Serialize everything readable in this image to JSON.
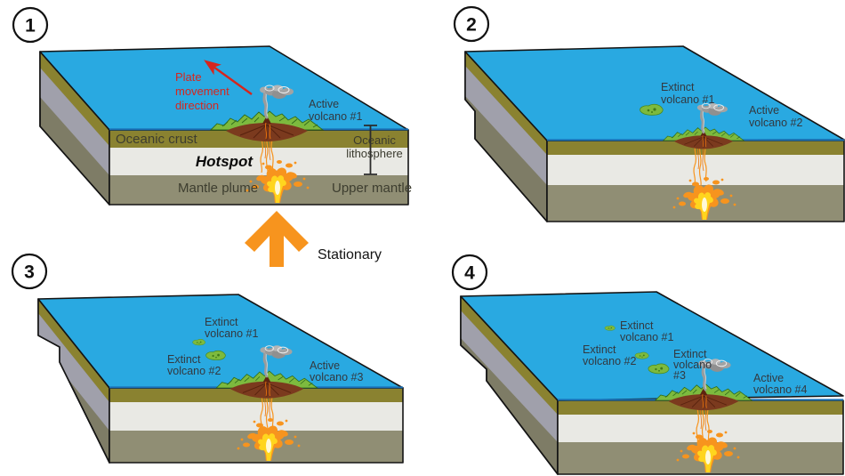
{
  "colors": {
    "ocean_blue": "#29A9E1",
    "oceanic_crust_olive": "#8A8230",
    "lithosphere_gray_front": "#E9E9E4",
    "lithosphere_gray_side": "#A0A0AB",
    "upper_mantle_front": "#908E74",
    "upper_mantle_side": "#7E7C66",
    "island_green": "#7DBA3E",
    "lava_brown": "#7B3A1E",
    "smoke_gray": "#9B9B9B",
    "magma_orange": "#F7941E",
    "magma_yellow": "#FFD51E",
    "arrow_orange": "#F7941E",
    "arrow_red": "#D7251D",
    "text_dark": "#333940"
  },
  "panels": [
    {
      "badge": "1",
      "plate_movement": [
        "Plate",
        "movement",
        "direction"
      ],
      "active_volcano": [
        "Active",
        "volcano #1"
      ],
      "oceanic_crust": "Oceanic crust",
      "hotspot": "Hotspot",
      "mantle_plume": "Mantle plume",
      "oceanic_lithosphere": [
        "Oceanic",
        "lithosphere"
      ],
      "upper_mantle": "Upper mantle"
    },
    {
      "badge": "2",
      "extinct_volcano_1": [
        "Extinct",
        "volcano #1"
      ],
      "active_volcano": [
        "Active",
        "volcano #2"
      ]
    },
    {
      "badge": "3",
      "extinct_volcano_1": [
        "Extinct",
        "volcano #1"
      ],
      "extinct_volcano_2": [
        "Extinct",
        "volcano #2"
      ],
      "active_volcano": [
        "Active",
        "volcano #3"
      ]
    },
    {
      "badge": "4",
      "extinct_volcano_1": [
        "Extinct",
        "volcano #1"
      ],
      "extinct_volcano_2": [
        "Extinct",
        "volcano #2"
      ],
      "extinct_volcano_3": [
        "Extinct",
        "volcano",
        "#3"
      ],
      "active_volcano": [
        "Active",
        "volcano #4"
      ]
    }
  ],
  "stationary_label": "Stationary"
}
